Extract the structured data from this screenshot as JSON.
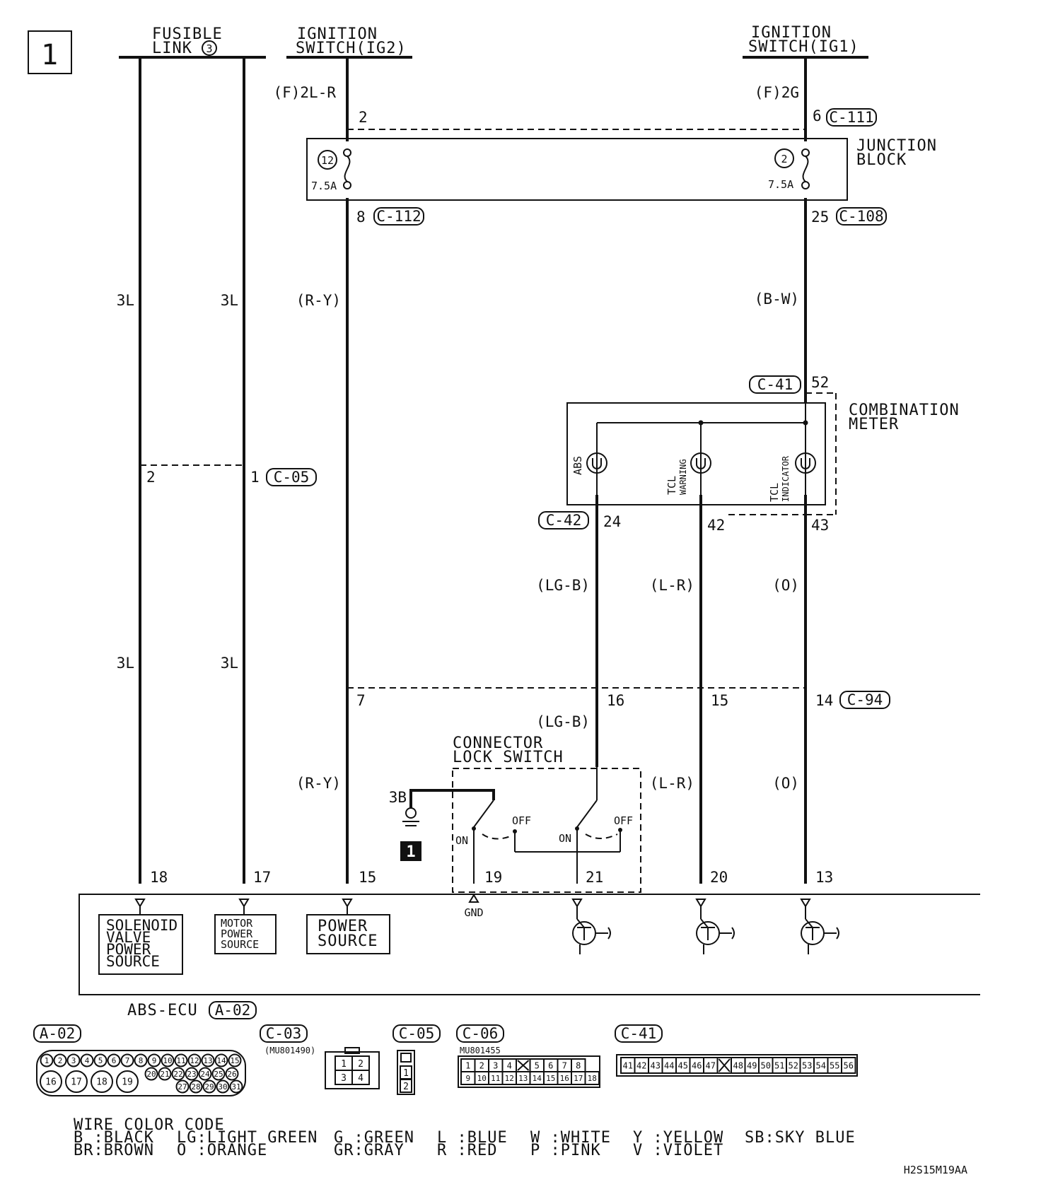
{
  "page_badge": "1",
  "diagram_code": "H2S15M19AA",
  "sources": {
    "fusible_link": {
      "line1": "FUSIBLE",
      "line2": "LINK",
      "num": "3"
    },
    "ig2": {
      "line1": "IGNITION",
      "line2": "SWITCH(IG2)",
      "wire": "(F)2L-R",
      "pin_top": "2"
    },
    "ig1": {
      "line1": "IGNITION",
      "line2": "SWITCH(IG1)",
      "wire": "(F)2G",
      "pin_top": "6",
      "conn_top": "C-111"
    }
  },
  "junction_block": {
    "line1": "JUNCTION",
    "line2": "BLOCK",
    "fuse_left_num": "12",
    "fuse_left_amp": "7.5A",
    "fuse_right_num": "2",
    "fuse_right_amp": "7.5A",
    "pin_left_out": "8",
    "conn_left_out": "C-112",
    "pin_right_out": "25",
    "conn_right_out": "C-108"
  },
  "wires": {
    "w3l_a": "3L",
    "w3l_b": "3L",
    "w3l_c": "3L",
    "w3l_d": "3L",
    "ry_a": "(R-Y)",
    "ry_b": "(R-Y)",
    "bw": "(B-W)",
    "lgb_a": "(LG-B)",
    "lgb_b": "(LG-B)",
    "lr_a": "(L-R)",
    "lr_b": "(L-R)",
    "o_a": "(O)",
    "o_b": "(O)"
  },
  "c05": {
    "pin_left": "2",
    "pin_right": "1",
    "conn": "C-05"
  },
  "combination_meter": {
    "line1": "COMBINATION",
    "line2": "METER",
    "conn_top": "C-41",
    "pin_top": "52",
    "lamp_abs": "ABS",
    "lamp_tcl_warn_1": "TCL",
    "lamp_tcl_warn_2": "WARNING",
    "lamp_tcl_ind_1": "TCL",
    "lamp_tcl_ind_2": "INDICATOR",
    "conn_bottom": "C-42",
    "pin_24": "24",
    "pin_42": "42",
    "pin_43": "43"
  },
  "c94": {
    "pin_7": "7",
    "pin_16": "16",
    "pin_15": "15",
    "pin_14": "14",
    "conn": "C-94"
  },
  "lock_switch": {
    "line1": "CONNECTOR",
    "line2": "LOCK SWITCH",
    "ground_wire": "3B",
    "on_a": "ON",
    "off_a": "OFF",
    "on_b": "ON",
    "off_b": "OFF",
    "ground_badge": "1"
  },
  "ecu": {
    "name": "ABS-ECU",
    "conn": "A-02",
    "pins": [
      "18",
      "17",
      "15",
      "19",
      "21",
      "20",
      "13"
    ],
    "solenoid": [
      "SOLENOID",
      "VALVE",
      "POWER",
      "SOURCE"
    ],
    "motor": [
      "MOTOR",
      "POWER",
      "SOURCE"
    ],
    "power": [
      "POWER",
      "SOURCE"
    ],
    "gnd": "GND"
  },
  "connectors": {
    "a02": {
      "label": "A-02",
      "row1": [
        "1",
        "2",
        "3",
        "4",
        "5",
        "6",
        "7",
        "8",
        "9",
        "10",
        "11",
        "12",
        "13",
        "14",
        "15"
      ],
      "row2a": [
        "16",
        "17",
        "18",
        "19"
      ],
      "row2b": [
        "20",
        "21",
        "22",
        "23",
        "24",
        "25",
        "26"
      ],
      "row3": [
        "27",
        "28",
        "29",
        "30",
        "31"
      ]
    },
    "c03": {
      "label": "C-03",
      "part": "(MU801490)",
      "pins": [
        "1",
        "2",
        "3",
        "4"
      ]
    },
    "c05": {
      "label": "C-05",
      "pins": [
        "1",
        "2"
      ]
    },
    "c06": {
      "label": "C-06",
      "part": "MU801455",
      "row1": [
        "1",
        "2",
        "3",
        "4",
        "",
        "5",
        "6",
        "7",
        "8"
      ],
      "row2": [
        "9",
        "10",
        "11",
        "12",
        "13",
        "14",
        "15",
        "16",
        "17",
        "18"
      ]
    },
    "c41": {
      "label": "C-41",
      "pins": [
        "41",
        "42",
        "43",
        "44",
        "45",
        "46",
        "47",
        "",
        "48",
        "49",
        "50",
        "51",
        "52",
        "53",
        "54",
        "55",
        "56"
      ]
    }
  },
  "legend": {
    "title": "WIRE COLOR CODE",
    "row1": [
      "B :BLACK",
      "LG:LIGHT GREEN",
      "G :GREEN",
      "L :BLUE",
      "W :WHITE",
      "Y :YELLOW",
      "SB:SKY BLUE"
    ],
    "row2": [
      "BR:BROWN",
      "O :ORANGE",
      "GR:GRAY",
      "R :RED",
      "P :PINK",
      "V :VIOLET"
    ]
  }
}
